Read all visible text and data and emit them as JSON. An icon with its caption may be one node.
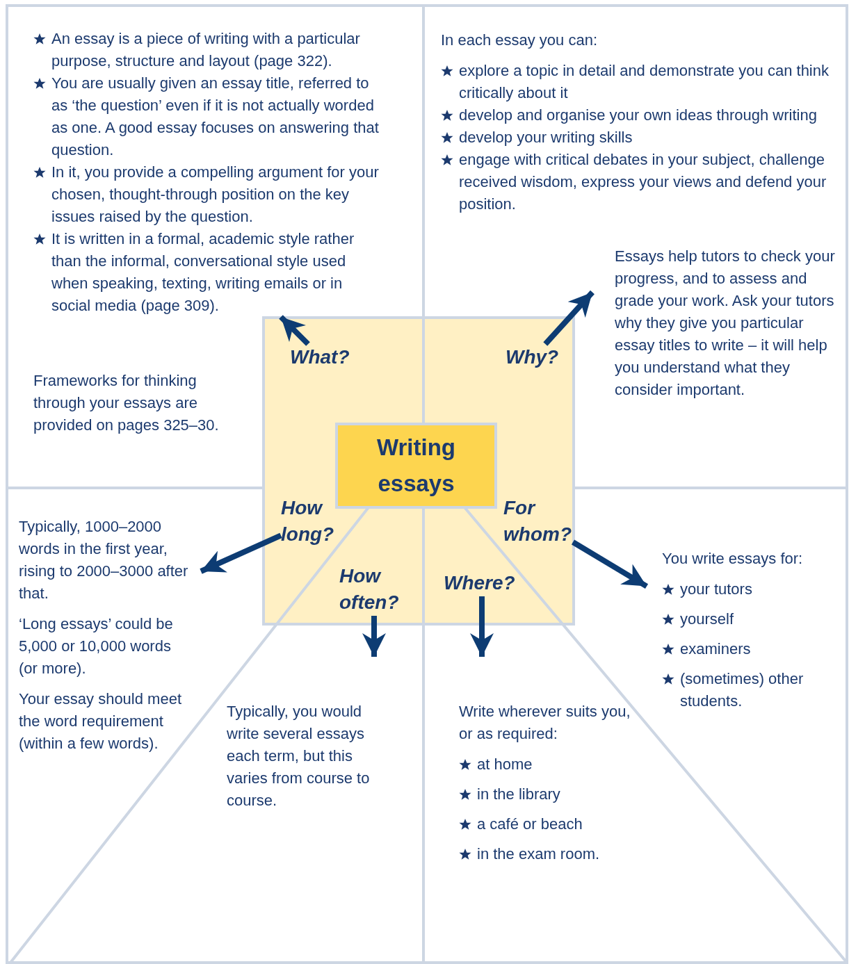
{
  "diagram": {
    "nodes": [
      {
        "text": [],
        "shape": "box"
      },
      {
        "text": [
          "Writing essays"
        ],
        "in": 0
      },
      {
        "text": [
          "What?"
        ],
        "in": 0
      },
      {
        "text": [
          "Why?"
        ],
        "in": 0
      },
      {
        "text": [
          "How long?"
        ],
        "in": 0
      },
      {
        "text": [
          "How often?"
        ],
        "in": 0
      },
      {
        "text": [
          "Where?"
        ],
        "in": 0
      },
      {
        "text": [
          "For whom?"
        ],
        "in": 0
      },
      {
        "text": [
          "An essay is a piece of writing with a particular purpose, structure and layout (page 322).",
          "You are usually given an essay title, referred to as ‘the question’ even if it is not actually worded as one. A good essay focuses on answering that question.",
          "In it, you provide a compelling argument for your chosen, thought-through position on the key issues raised by the question.",
          "It is written in a formal, academic style rather than the informal, conversational style used when speaking, texting, writing emails or in social media (page 309)."
        ]
      },
      {
        "text": [
          "Frameworks for thinking through your essays are provided on pages 325–30."
        ]
      },
      {
        "text": [
          "In each essay you can:",
          "explore a topic in detail and demonstrate you can think critically about it",
          "develop and organise your own ideas through writing",
          "develop your writing skills",
          "engage with critical debates in your subject, challenge received wisdom, express your views and defend your position."
        ]
      },
      {
        "text": [
          "Essays help tutors to check your progress, and to assess and grade your work. Ask your tutors why they give you particular essay titles to write – it will help you understand what they consider important."
        ]
      },
      {
        "text": [
          "Typically, 1000–2000 words in the first year, rising to 2000–3000 after that."
        ]
      },
      {
        "text": [
          "‘Long essays’ could be 5,000 or 10,000 words (or more)."
        ]
      },
      {
        "text": [
          "Your essay should meet the word requirement (within a few words)."
        ]
      },
      {
        "text": [
          "Typically, you would write several essays each term, but this varies from course to course."
        ]
      },
      {
        "text": [
          "Write wherever suits you, or as required:",
          "at home",
          "in the library",
          "a café or beach",
          "in the exam room."
        ]
      },
      {
        "text": [
          "You write essays for:",
          "your tutors",
          "yourself",
          "examiners",
          "(sometimes) other students."
        ]
      }
    ],
    "edges": [
      {
        "from": 2,
        "to": 8,
        "arrow": "to"
      },
      {
        "from": 3,
        "to": 11,
        "arrow": "to"
      },
      {
        "from": 4,
        "to": 12,
        "arrow": "to"
      },
      {
        "from": 5,
        "to": 15,
        "arrow": "to"
      },
      {
        "from": 6,
        "to": 16,
        "arrow": "to"
      },
      {
        "from": 7,
        "to": 17,
        "arrow": "to"
      }
    ]
  }
}
